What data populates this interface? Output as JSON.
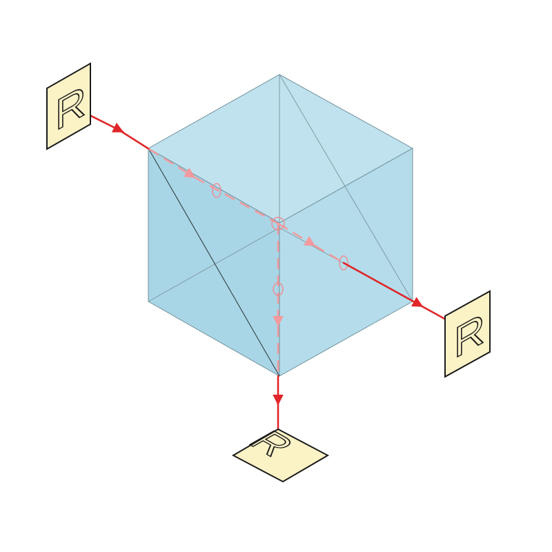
{
  "diagram": {
    "colors": {
      "cube_face_top": "#bfe2ee",
      "cube_face_left": "#a9d6e6",
      "cube_face_right": "#b4dcea",
      "ray_outside": "#e0262a",
      "ray_inside": "#f29a9e",
      "card_fill": "#fbf2c6"
    },
    "cards": {
      "input": {
        "letter": "R"
      },
      "transmitted": {
        "letter": "R"
      },
      "reflected": {
        "letter": "R"
      }
    }
  }
}
